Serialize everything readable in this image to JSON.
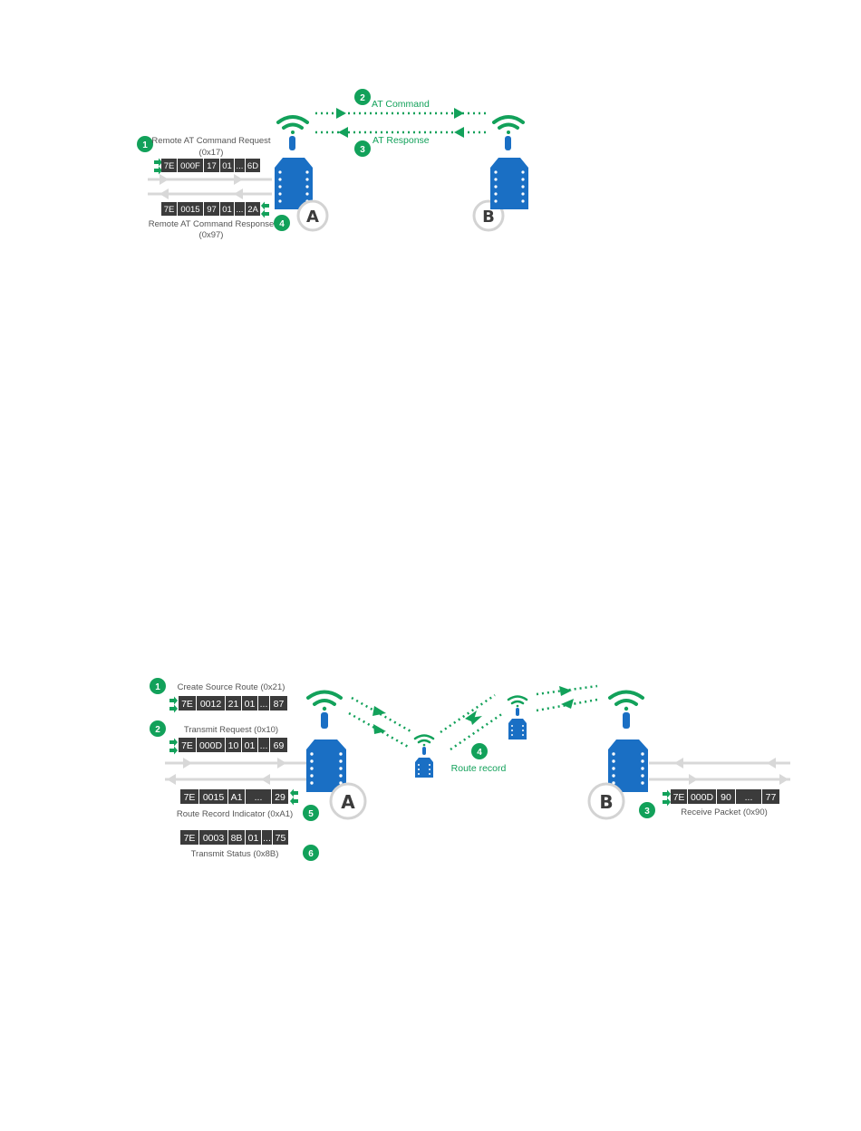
{
  "colors": {
    "green": "#12a15a",
    "blue": "#1a6fc4",
    "dark_cell": "#3b3b3b",
    "gray_line": "#d8d8d8",
    "gray_ring": "#d3d3d3"
  },
  "icons": {
    "radio_module": "radio-module-icon",
    "wifi_waves": "wifi-waves-icon",
    "step_badge": "step-number-badge"
  },
  "diagram1": {
    "node_a": "A",
    "node_b": "B",
    "steps": [
      {
        "number": "1",
        "label": "Remote AT Command Request",
        "code": "(0x17)",
        "frame": [
          "7E",
          "000F",
          "17",
          "01",
          "...",
          "6D"
        ]
      },
      {
        "number": "2",
        "label": "AT Command"
      },
      {
        "number": "3",
        "label": "AT Response"
      },
      {
        "number": "4",
        "label": "Remote AT Command Response",
        "code": "(0x97)",
        "frame": [
          "7E",
          "0015",
          "97",
          "01",
          "...",
          "2A"
        ]
      }
    ]
  },
  "diagram2": {
    "node_a": "A",
    "node_b": "B",
    "steps": [
      {
        "number": "1",
        "label": "Create Source Route (0x21)",
        "frame": [
          "7E",
          "0012",
          "21",
          "01",
          "...",
          "87"
        ]
      },
      {
        "number": "2",
        "label": "Transmit Request (0x10)",
        "frame": [
          "7E",
          "000D",
          "10",
          "01",
          "...",
          "69"
        ]
      },
      {
        "number": "3",
        "label": "Receive Packet (0x90)",
        "frame": [
          "7E",
          "000D",
          "90",
          "...",
          "77"
        ]
      },
      {
        "number": "4",
        "label": "Route record"
      },
      {
        "number": "5",
        "label": "Route Record Indicator (0xA1)",
        "frame": [
          "7E",
          "0015",
          "A1",
          "...",
          "29"
        ]
      },
      {
        "number": "6",
        "label": "Transmit Status (0x8B)",
        "frame": [
          "7E",
          "0003",
          "8B",
          "01",
          "...",
          "75"
        ]
      }
    ]
  }
}
